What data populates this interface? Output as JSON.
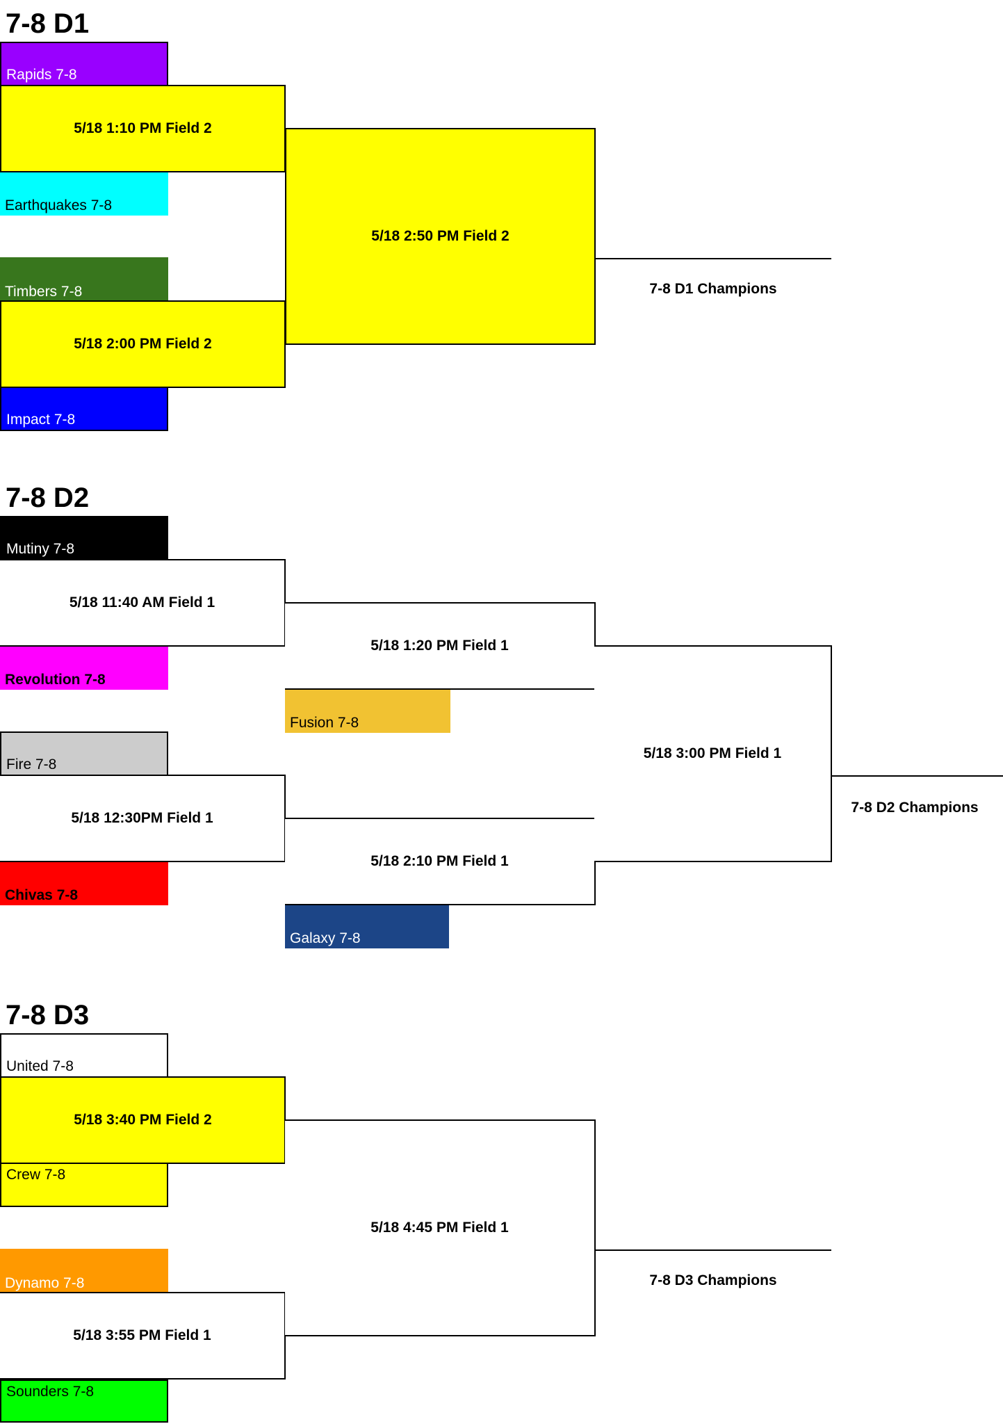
{
  "brackets": {
    "d1": {
      "title": "7-8 D1",
      "teams": [
        {
          "name": "Rapids 7-8",
          "color": "#9900ff"
        },
        {
          "name": "Earthquakes 7-8",
          "color": "#00ffff"
        },
        {
          "name": "Timbers 7-8",
          "color": "#38761d"
        },
        {
          "name": "Impact 7-8",
          "color": "#0000ff"
        }
      ],
      "matches": [
        {
          "label": "5/18 1:10 PM Field 2",
          "color": "#ffff00"
        },
        {
          "label": "5/18 2:00 PM Field 2",
          "color": "#ffff00"
        },
        {
          "label": "5/18 2:50 PM Field 2",
          "color": "#ffff00"
        }
      ],
      "champions": "7-8 D1 Champions"
    },
    "d2": {
      "title": "7-8 D2",
      "teams": [
        {
          "name": "Mutiny 7-8",
          "color": "#000000"
        },
        {
          "name": "Revolution 7-8",
          "color": "#ff00ff"
        },
        {
          "name": "Fusion 7-8",
          "color": "#f1c232"
        },
        {
          "name": "Fire 7-8",
          "color": "#cccccc"
        },
        {
          "name": "Chivas 7-8",
          "color": "#ff0000"
        },
        {
          "name": "Galaxy 7-8",
          "color": "#1c4587"
        }
      ],
      "matches": [
        {
          "label": "5/18 11:40 AM Field 1",
          "color": "#ffffff"
        },
        {
          "label": "5/18 1:20 PM Field 1",
          "color": "#ffffff"
        },
        {
          "label": "5/18 12:30PM Field 1",
          "color": "#ffffff"
        },
        {
          "label": "5/18 2:10 PM Field 1",
          "color": "#ffffff"
        },
        {
          "label": "5/18 3:00 PM Field 1",
          "color": "#ffffff"
        }
      ],
      "champions": "7-8 D2 Champions"
    },
    "d3": {
      "title": "7-8 D3",
      "teams": [
        {
          "name": "United 7-8",
          "color": "#ffffff"
        },
        {
          "name": "Crew 7-8",
          "color": "#ffff00"
        },
        {
          "name": "Dynamo 7-8",
          "color": "#ff9900"
        },
        {
          "name": "Sounders 7-8",
          "color": "#00ff00"
        }
      ],
      "matches": [
        {
          "label": "5/18 3:40 PM Field 2",
          "color": "#ffff00"
        },
        {
          "label": "5/18 3:55 PM Field 1",
          "color": "#ffffff"
        },
        {
          "label": "5/18 4:45 PM Field 1",
          "color": "#ffffff"
        }
      ],
      "champions": "7-8 D3 Champions"
    }
  }
}
